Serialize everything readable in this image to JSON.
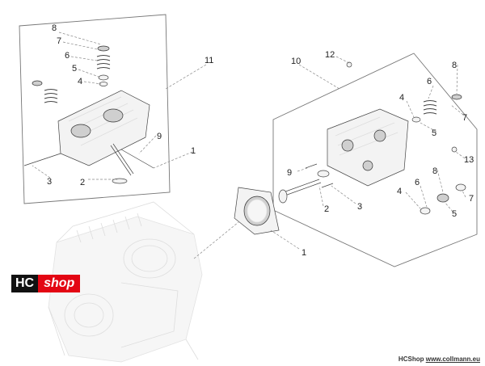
{
  "callouts_left": [
    {
      "id": "l8",
      "text": "8"
    },
    {
      "id": "l7",
      "text": "7"
    },
    {
      "id": "l6",
      "text": "6"
    },
    {
      "id": "l5",
      "text": "5"
    },
    {
      "id": "l4",
      "text": "4"
    },
    {
      "id": "l9",
      "text": "9"
    },
    {
      "id": "l1",
      "text": "1"
    },
    {
      "id": "l2",
      "text": "2"
    },
    {
      "id": "l3",
      "text": "3"
    }
  ],
  "callouts_top": [
    {
      "id": "t11",
      "text": "11"
    },
    {
      "id": "t10",
      "text": "10"
    },
    {
      "id": "t12",
      "text": "12"
    }
  ],
  "callouts_right": [
    {
      "id": "r8a",
      "text": "8"
    },
    {
      "id": "r6a",
      "text": "6"
    },
    {
      "id": "r4a",
      "text": "4"
    },
    {
      "id": "r7a",
      "text": "7"
    },
    {
      "id": "r5a",
      "text": "5"
    },
    {
      "id": "r13",
      "text": "13"
    },
    {
      "id": "r8b",
      "text": "8"
    },
    {
      "id": "r9",
      "text": "9"
    },
    {
      "id": "r6b",
      "text": "6"
    },
    {
      "id": "r4b",
      "text": "4"
    },
    {
      "id": "r7b",
      "text": "7"
    },
    {
      "id": "r2",
      "text": "2"
    },
    {
      "id": "r3",
      "text": "3"
    },
    {
      "id": "r5b",
      "text": "5"
    },
    {
      "id": "r1",
      "text": "1"
    }
  ],
  "logo": {
    "hc": "HC",
    "shop": "shop"
  },
  "credit": {
    "brand": "HCShop",
    "url": "www.collmann.eu"
  }
}
